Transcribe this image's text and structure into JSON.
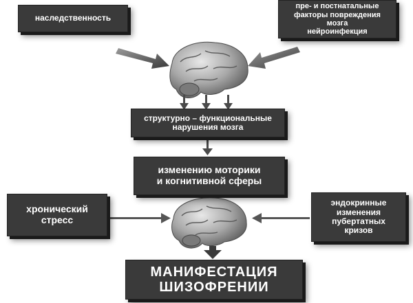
{
  "nodes": {
    "heredity": "наследственность",
    "factors": "пре- и постнатальные\nфакторы повреждения\nмозга\nнейроинфекция",
    "structural": "структурно – функциональные\nнарушения мозга",
    "motor": "изменению моторики\nи когнитивной сферы",
    "stress": "хронический\nстресс",
    "endocrine": "эндокринные\nизменения\nпубертатных\nкризов",
    "manifest": "МАНИФЕСТАЦИЯ\nШИЗОФРЕНИИ"
  },
  "icons": {
    "brain_top": "brain-icon",
    "brain_bottom": "brain-icon"
  },
  "colors": {
    "box_fill": "#3a3a3a",
    "box_text": "#ffffff",
    "arrow": "#555555",
    "brain": "#9a9a9a"
  }
}
